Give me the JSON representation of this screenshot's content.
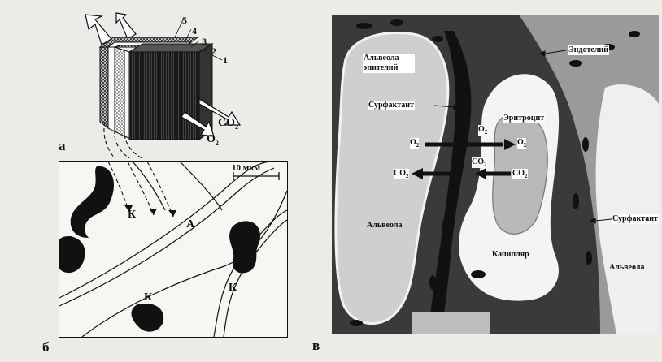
{
  "panel_a": {
    "letter": "а",
    "layers": [
      "5",
      "4",
      "3",
      "2",
      "1"
    ],
    "gas_o2": "O",
    "gas_o2_sub": "2",
    "gas_co2": "CO",
    "gas_co2_sub": "2"
  },
  "panel_b": {
    "letter": "б",
    "scale_label": "10 мкм",
    "region_k": "К",
    "region_a": "А"
  },
  "panel_v": {
    "letter": "в",
    "labels": {
      "alveola_epithelium": "Альвеола эпителий",
      "endothelium": "Эндотелий",
      "surfactant_left": "Сурфактант",
      "erythrocyte": "Эритроцит",
      "alveola_left": "Альвеола",
      "capillary": "Капилляр",
      "surfactant_right": "Сурфактант",
      "alveola_right": "Альвеола"
    },
    "gas": {
      "o2": "O",
      "co2": "CO",
      "sub": "2"
    }
  }
}
